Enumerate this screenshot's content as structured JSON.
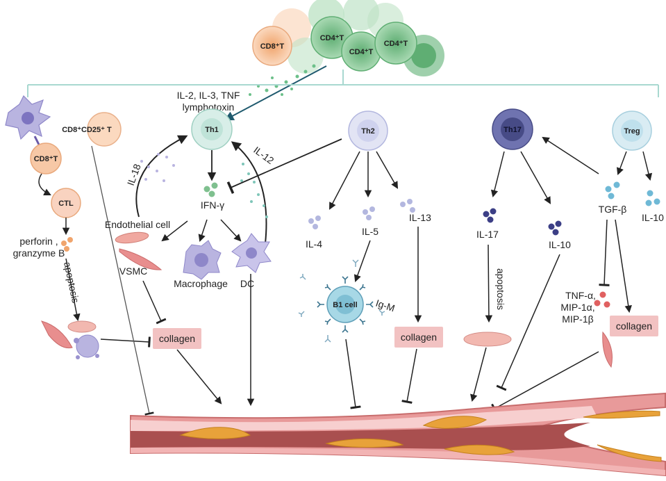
{
  "top_cells": {
    "cd8": "CD8⁺T",
    "cd4_1": "CD4⁺T",
    "cd4_2": "CD4⁺T",
    "cd4_3": "CD4⁺T"
  },
  "cytokines_top": {
    "line1": "IL-2, IL-3, TNF",
    "line2": "lymphotoxin"
  },
  "left": {
    "cd8cd25": "CD8⁺CD25⁺ T",
    "cd8t": "CD8⁺T",
    "ctl": "CTL",
    "perforin": "perforin ,",
    "granzyme": "granzyme B",
    "apoptosis": "apoptosis"
  },
  "th1_branch": {
    "th1": "Th1",
    "il18": "IL-18",
    "il12": "IL-12",
    "ifn": "IFN-γ",
    "endothelial": "Endothelial cell",
    "vsmc": "VSMC",
    "macrophage": "Macrophage",
    "dc": "DC"
  },
  "th2_branch": {
    "th2": "Th2",
    "il4": "IL-4",
    "il5": "IL-5",
    "il13": "IL-13",
    "b1": "B1 cell",
    "igm": "Ig-M"
  },
  "th17_branch": {
    "th17": "Th17",
    "il17": "IL-17",
    "il10": "IL-10",
    "apoptosis": "apoptosis"
  },
  "treg_branch": {
    "treg": "Treg",
    "tgf": "TGF-β",
    "il10": "IL-10",
    "tnf": "TNF-α,",
    "mip1a": "MIP-1α,",
    "mip1b": "MIP-1β"
  },
  "collagen": {
    "left": "collagen",
    "mid": "collagen",
    "right": "collagen"
  },
  "colors": {
    "th1": "#cfe9e2",
    "th2": "#d8dbf0",
    "th17": "#5b5f9e",
    "treg": "#cfe6ef",
    "cd4": "#7fc08f",
    "cd8": "#f5c9a3",
    "collagen": "#f2c2c2",
    "bracket": "#a8d8d0",
    "vessel_wall": "#e88e8e",
    "vessel_lumen": "#a94f4f",
    "plaque": "#e8a23a"
  }
}
